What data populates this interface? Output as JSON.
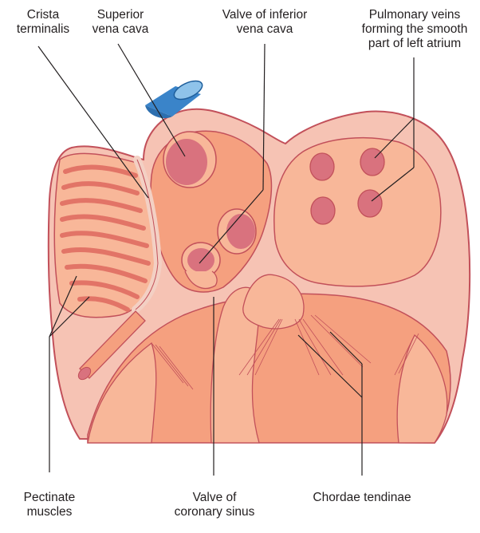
{
  "labels": {
    "crista_terminalis": [
      "Crista",
      "terminalis"
    ],
    "superior_vena_cava": [
      "Superior",
      "vena cava"
    ],
    "valve_inferior_vena_cava": [
      "Valve of inferior",
      "vena cava"
    ],
    "pulmonary_veins": [
      "Pulmonary veins",
      "forming the smooth",
      "part of left atrium"
    ],
    "pectinate_muscles": [
      "Pectinate",
      "muscles"
    ],
    "valve_coronary_sinus": [
      "Valve of",
      "coronary sinus"
    ],
    "chordae_tendinae": [
      "Chordae tendinae"
    ]
  },
  "colors": {
    "outer_wall": "#f6c3b4",
    "wall_outline": "#c2505a",
    "chamber": "#f5a07f",
    "chamber_light": "#f8b799",
    "vessel_opening": "#d9727e",
    "vessel_opening_dark": "#c85a69",
    "svc_blue": "#3a84c9",
    "svc_blue_light": "#8fc3ea",
    "leader": "#231f20"
  }
}
